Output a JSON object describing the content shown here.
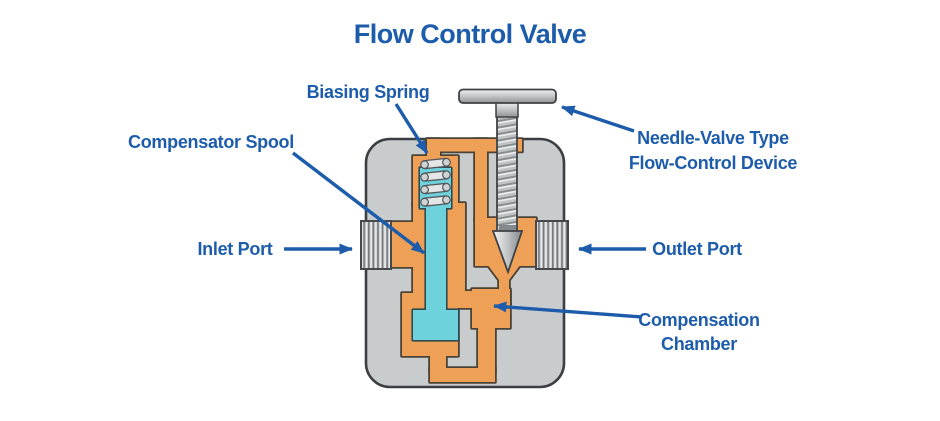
{
  "title": "Flow Control Valve",
  "labels": {
    "biasing_spring": "Biasing Spring",
    "compensator_spool": "Compensator Spool",
    "inlet_port": "Inlet Port",
    "outlet_port": "Outlet Port",
    "needle_valve_line1": "Needle-Valve Type",
    "needle_valve_line2": "Flow-Control Device",
    "compensation_line1": "Compensation",
    "compensation_line2": "Chamber"
  },
  "colors": {
    "accent_blue": "#1d5cab",
    "passage_orange": "#efa057",
    "spool_cyan": "#6ed2dd",
    "body_gray": "#c9cccc"
  }
}
